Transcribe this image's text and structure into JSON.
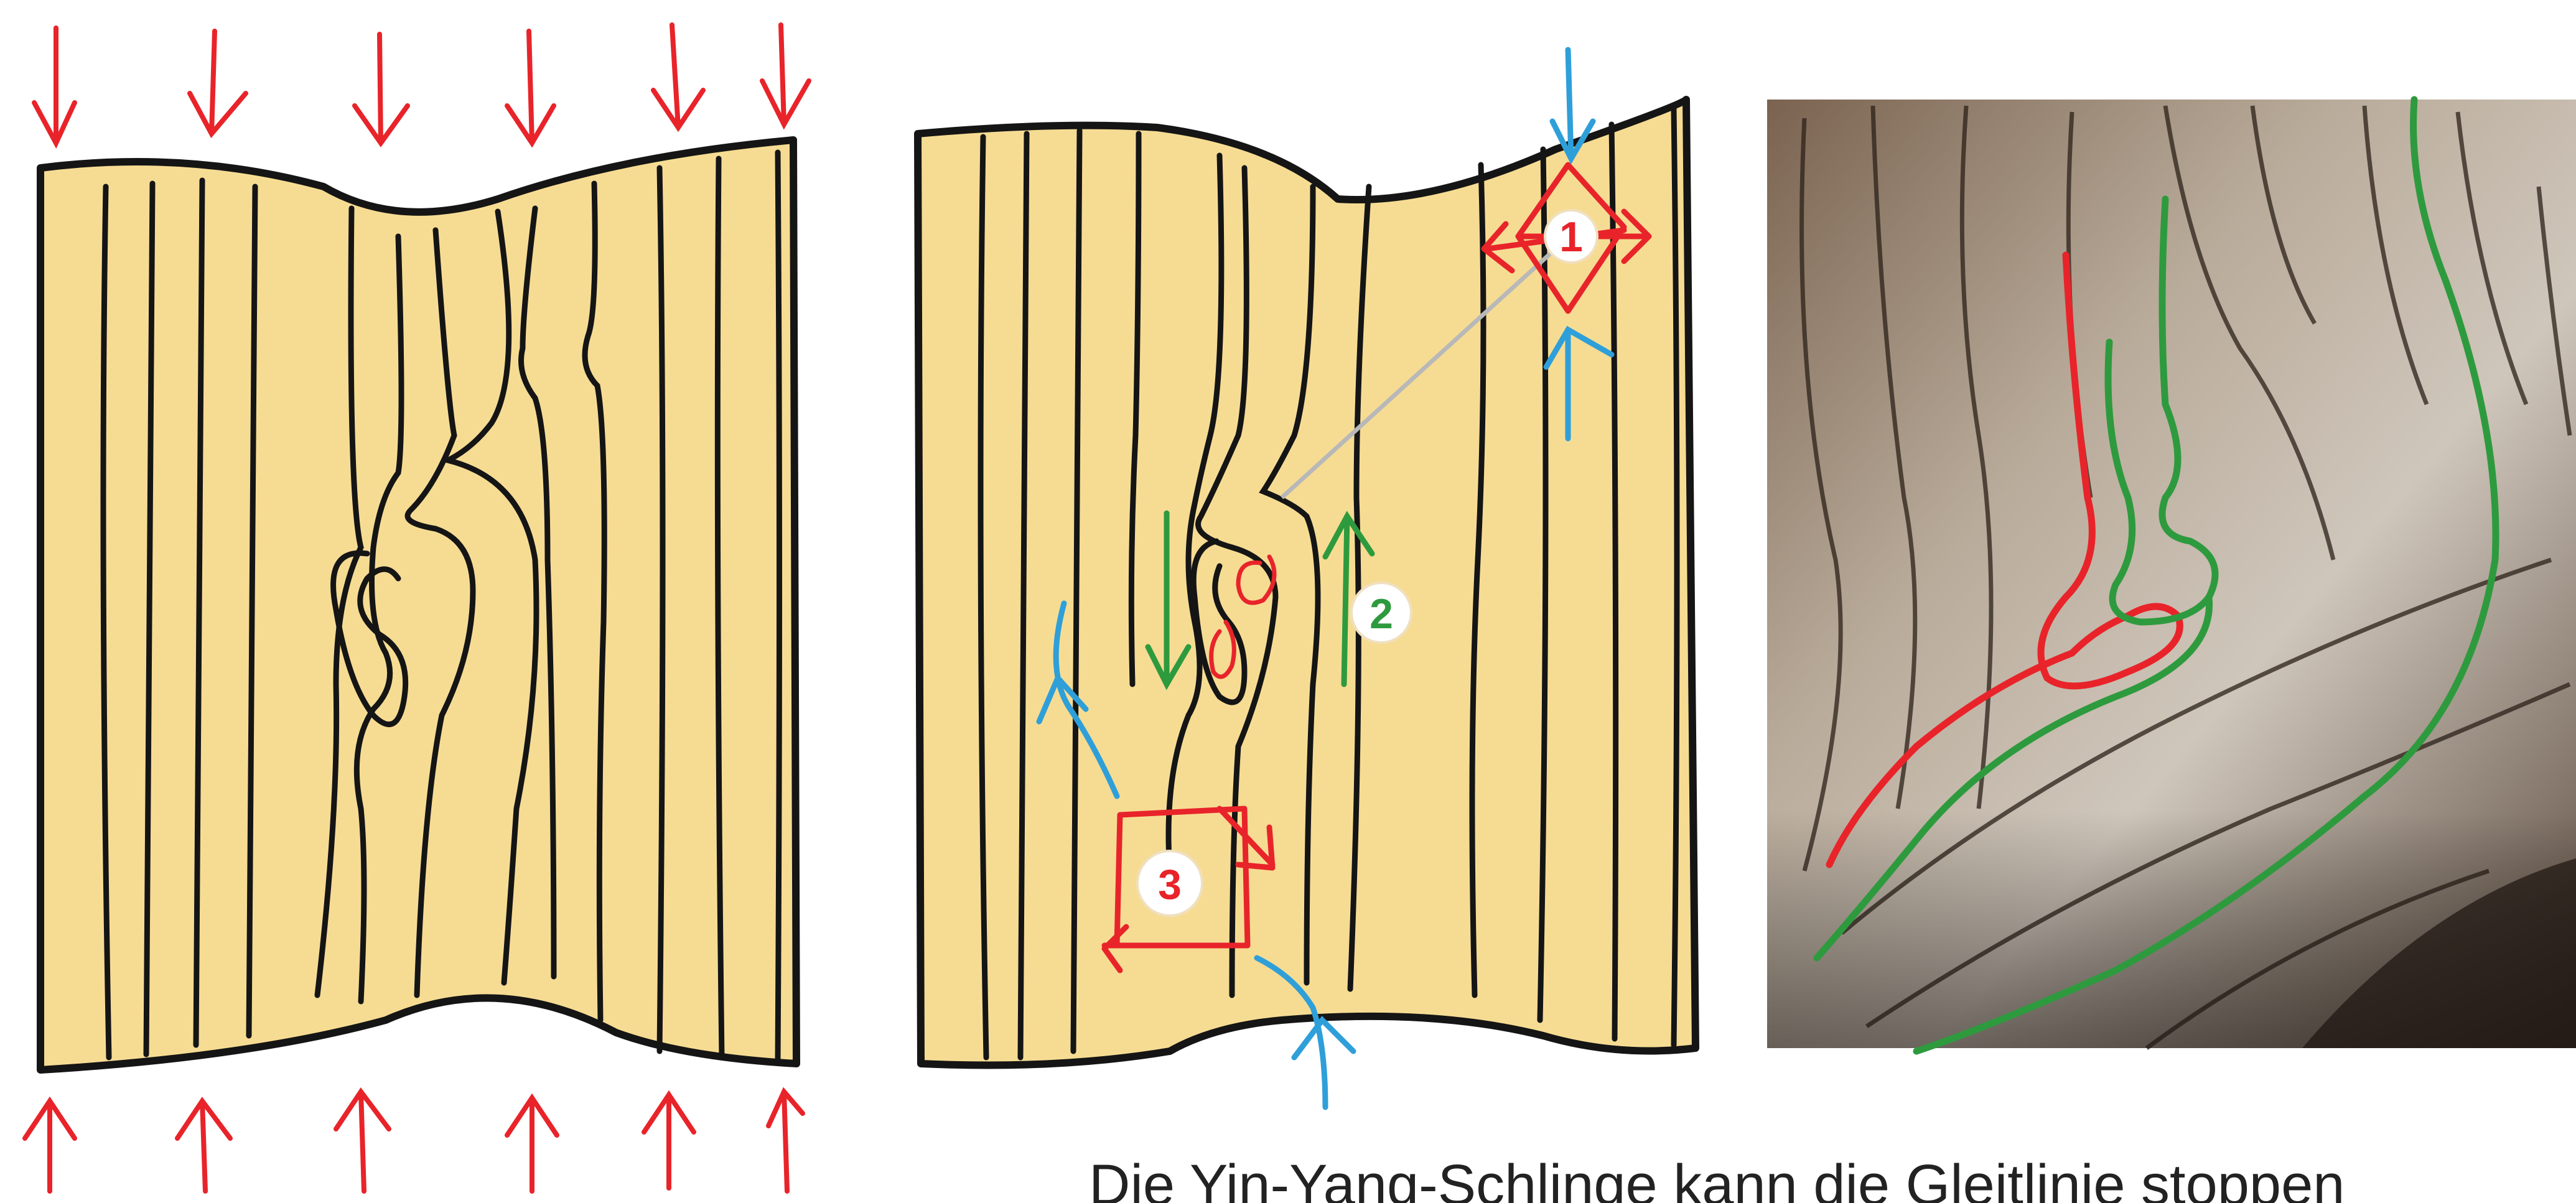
{
  "panels": [
    {
      "id": "panel-1",
      "kind": "drawing",
      "description": "Gestauchtes Holz mit Yin-Yang-Schlinge"
    },
    {
      "id": "panel-2",
      "kind": "drawing-annotated"
    },
    {
      "id": "panel-3",
      "kind": "photo"
    }
  ],
  "markers": [
    {
      "label": "1",
      "color": "#e8242a"
    },
    {
      "label": "2",
      "color": "#2e9a3e"
    },
    {
      "label": "3",
      "color": "#e8242a"
    }
  ],
  "colors": {
    "wood": "#f6dc93",
    "grain": "#151515",
    "force_arrow": "#e8242a",
    "blue_arrow": "#2f9fd9",
    "green_arrow": "#2e9a3e"
  },
  "caption": "Die Yin-Yang-Schlinge kann die Gleitlinie stoppen"
}
